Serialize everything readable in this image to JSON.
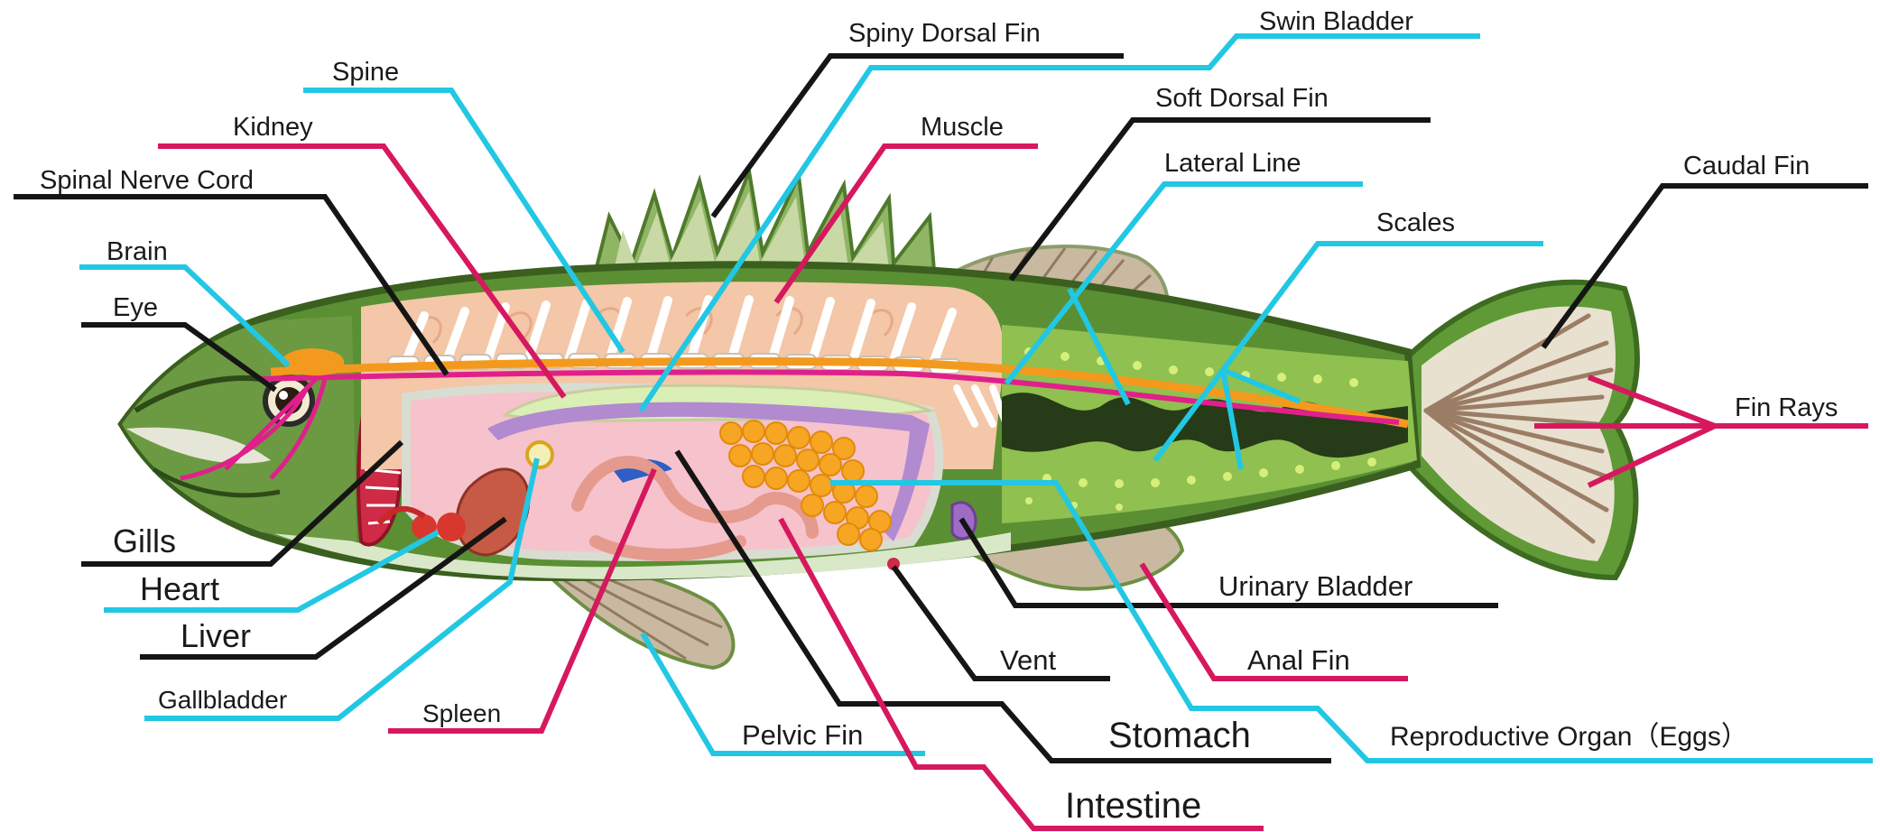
{
  "labels": {
    "spiny_dorsal_fin": "Spiny Dorsal Fin",
    "swim_bladder": "Swin Bladder",
    "spine": "Spine",
    "soft_dorsal_fin": "Soft Dorsal Fin",
    "kidney": "Kidney",
    "muscle": "Muscle",
    "lateral_line": "Lateral Line",
    "spinal_nerve_cord": "Spinal Nerve Cord",
    "caudal_fin": "Caudal Fin",
    "scales": "Scales",
    "brain": "Brain",
    "eye": "Eye",
    "fin_rays": "Fin Rays",
    "gills": "Gills",
    "urinary_bladder": "Urinary Bladder",
    "heart": "Heart",
    "liver": "Liver",
    "vent": "Vent",
    "anal_fin": "Anal Fin",
    "gallbladder": "Gallbladder",
    "spleen": "Spleen",
    "pelvic_fin": "Pelvic Fin",
    "stomach": "Stomach",
    "reproductive_organ": "Reproductive Organ（Eggs）",
    "intestine": "Intestine"
  },
  "colors": {
    "leader_black": "#151515",
    "leader_cyan": "#22c7e3",
    "leader_pink": "#d6185e",
    "fish_green": "#4f8a2e",
    "fish_light_green": "#a8cf6a",
    "muscle_peach": "#f3c3a6",
    "organ_pink": "#f4a5b8",
    "eggs_orange": "#f6a623",
    "swim_bladder_green": "#d9efb5",
    "spine_orange": "#f39a1e",
    "nerve_magenta": "#e0208a"
  }
}
